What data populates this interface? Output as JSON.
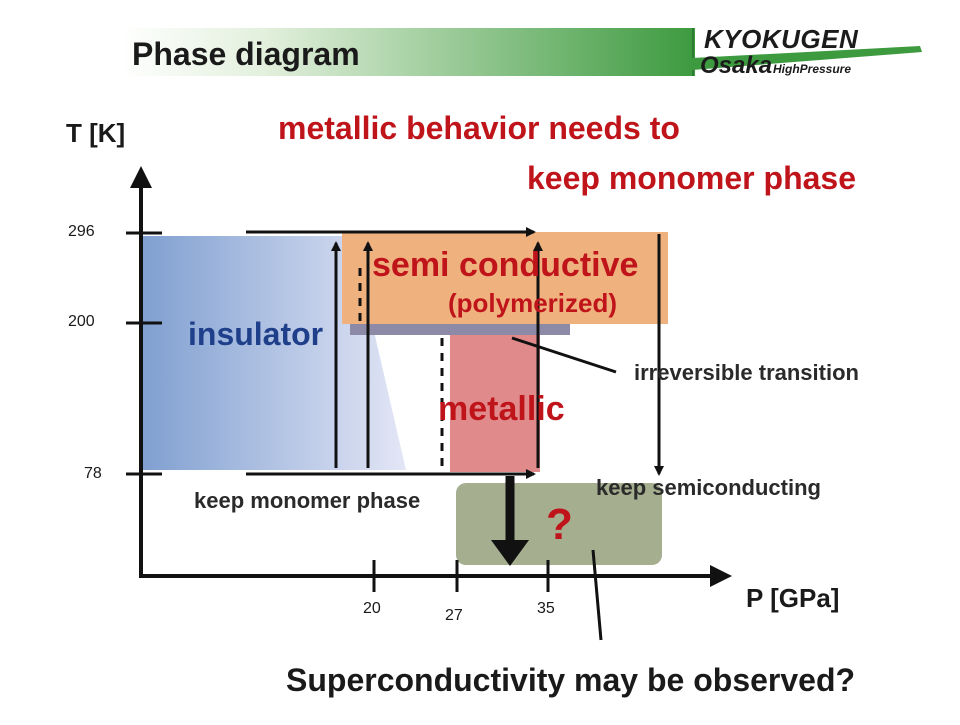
{
  "title": "Phase diagram",
  "logo": {
    "line1": "KYOKUGEN",
    "line2": "Osaka",
    "line3": "HighPressure"
  },
  "heading": {
    "line1": "metallic behavior needs to",
    "line2": "keep monomer phase"
  },
  "axes": {
    "y_label": "T [K]",
    "x_label": "P [GPa]",
    "y_ticks": [
      "296",
      "200",
      "78"
    ],
    "x_ticks": [
      "20",
      "27",
      "35"
    ]
  },
  "regions": {
    "insulator": "insulator",
    "semi": "semi conductive",
    "semi_sub": "(polymerized)",
    "metallic": "metallic",
    "unknown": "?"
  },
  "annotations": {
    "irreversible": "irreversible transition",
    "keep_monomer": "keep monomer phase",
    "keep_semi": "keep semiconducting"
  },
  "bottom_question": "Superconductivity may be observed?",
  "colors": {
    "insulator_dark": "#7f9fd0",
    "insulator_light": "#dfe4f5",
    "semi": "#efb27f",
    "metallic": "#e08a8c",
    "unknown": "#a5ae8f",
    "polymer_bar": "#8d8aa8",
    "accent_red": "#c0141b"
  }
}
